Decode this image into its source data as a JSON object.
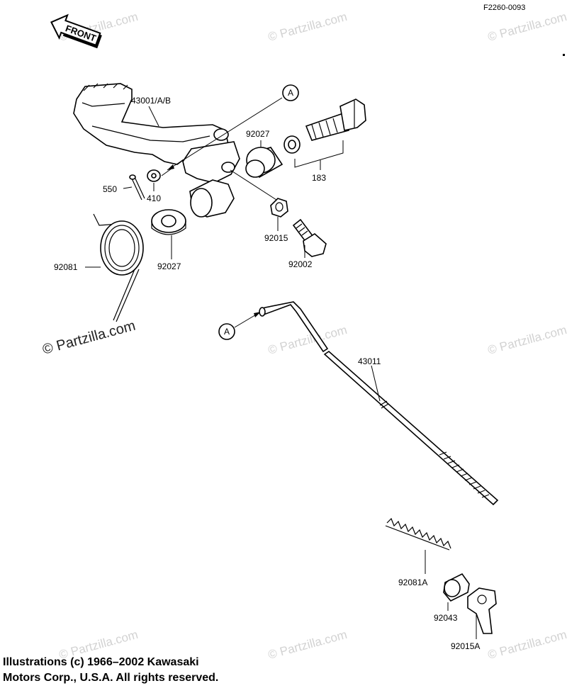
{
  "ref_code": "F2260-0093",
  "front_label": "FRONT",
  "watermark_text": "© Partzilla.com",
  "callout_letter": "A",
  "parts": {
    "pedal": "43001/A/B",
    "collar_upper": "92027",
    "bolt_set": "183",
    "cotter_pin": "550",
    "washer": "410",
    "collar_lower": "92027",
    "nut": "92015",
    "bolt": "92002",
    "spring": "92081",
    "rod": "43011",
    "rod_spring": "92081A",
    "joint": "92043",
    "wing_nut": "92015A"
  },
  "copyright_line1": "Illustrations (c) 1966–2002 Kawasaki",
  "copyright_line2": "Motors Corp., U.S.A.  All rights reserved.",
  "colors": {
    "ink": "#000000",
    "watermark": "#d2d2d2",
    "background": "#ffffff"
  }
}
